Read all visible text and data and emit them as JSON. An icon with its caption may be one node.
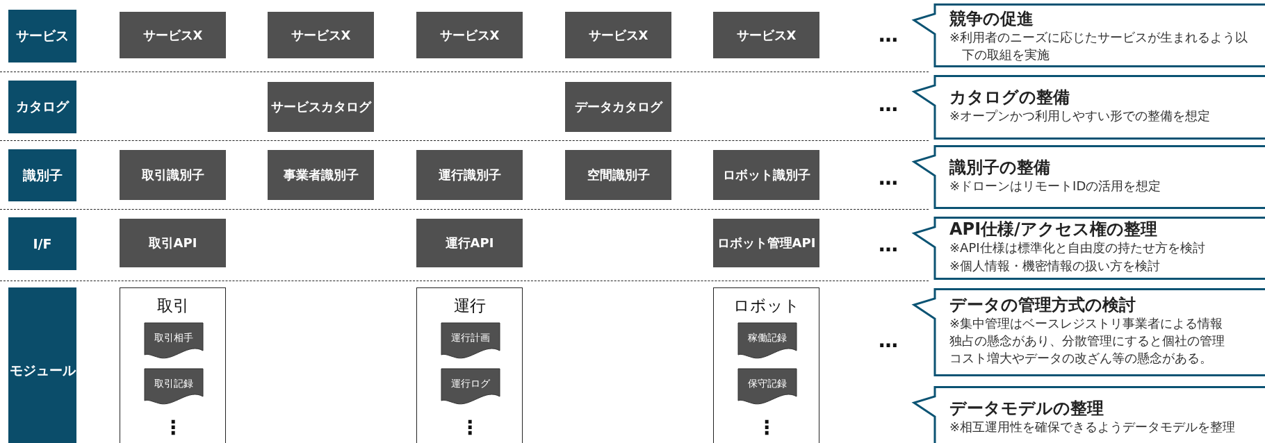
{
  "diagram": {
    "nodes": [
      {
        "text": [
          "サービス"
        ]
      },
      {
        "text": [
          "サービスX"
        ]
      },
      {
        "text": [
          "サービスX"
        ]
      },
      {
        "text": [
          "サービスX"
        ]
      },
      {
        "text": [
          "サービスX"
        ]
      },
      {
        "text": [
          "サービスX"
        ]
      },
      {
        "text": [
          "競争の促進",
          "※利用者のニーズに応じたサービスが生まれるよう以下の取組を実施"
        ]
      },
      {
        "text": [
          "カタログ"
        ]
      },
      {
        "text": [
          "サービスカタログ"
        ]
      },
      {
        "text": [
          "データカタログ"
        ]
      },
      {
        "text": [
          "カタログの整備",
          "※オープンかつ利用しやすい形での整備を想定"
        ]
      },
      {
        "text": [
          "識別子"
        ]
      },
      {
        "text": [
          "取引識別子"
        ]
      },
      {
        "text": [
          "事業者識別子"
        ]
      },
      {
        "text": [
          "運行識別子"
        ]
      },
      {
        "text": [
          "空間識別子"
        ]
      },
      {
        "text": [
          "ロボット識別子"
        ]
      },
      {
        "text": [
          "識別子の整備",
          "※ドローンはリモートIDの活用を想定"
        ]
      },
      {
        "text": [
          "I/F"
        ]
      },
      {
        "text": [
          "取引API"
        ]
      },
      {
        "text": [
          "運行API"
        ]
      },
      {
        "text": [
          "ロボット管理API"
        ]
      },
      {
        "text": [
          "API仕様/アクセス権の整理",
          "※API仕様は標準化と自由度の持たせ方を検討",
          "※個人情報・機密情報の扱い方を検討"
        ]
      },
      {
        "text": [
          "モジュール"
        ]
      },
      {
        "text": [
          "取引"
        ]
      },
      {
        "text": [
          "取引相手"
        ],
        "in": 24
      },
      {
        "text": [
          "取引記録"
        ],
        "in": 24
      },
      {
        "text": [
          "運行"
        ]
      },
      {
        "text": [
          "運行計画"
        ],
        "in": 27
      },
      {
        "text": [
          "運行ログ"
        ],
        "in": 27
      },
      {
        "text": [
          "ロボット"
        ]
      },
      {
        "text": [
          "稼働記録"
        ],
        "in": 30
      },
      {
        "text": [
          "保守記録"
        ],
        "in": 30
      },
      {
        "text": [
          "データの管理方式の検討",
          "※集中管理はベースレジストリ事業者による情報独占の懸念があり、分散管理にすると個社の管理コスト増大やデータの改ざん等の懸念がある。"
        ]
      },
      {
        "text": [
          "データモデルの整理",
          "※相互運用性を確保できるようデータモデルを整理"
        ]
      }
    ],
    "labels": [
      "…",
      "…",
      "…",
      "…",
      "…",
      "⋮",
      "⋮",
      "⋮"
    ]
  }
}
